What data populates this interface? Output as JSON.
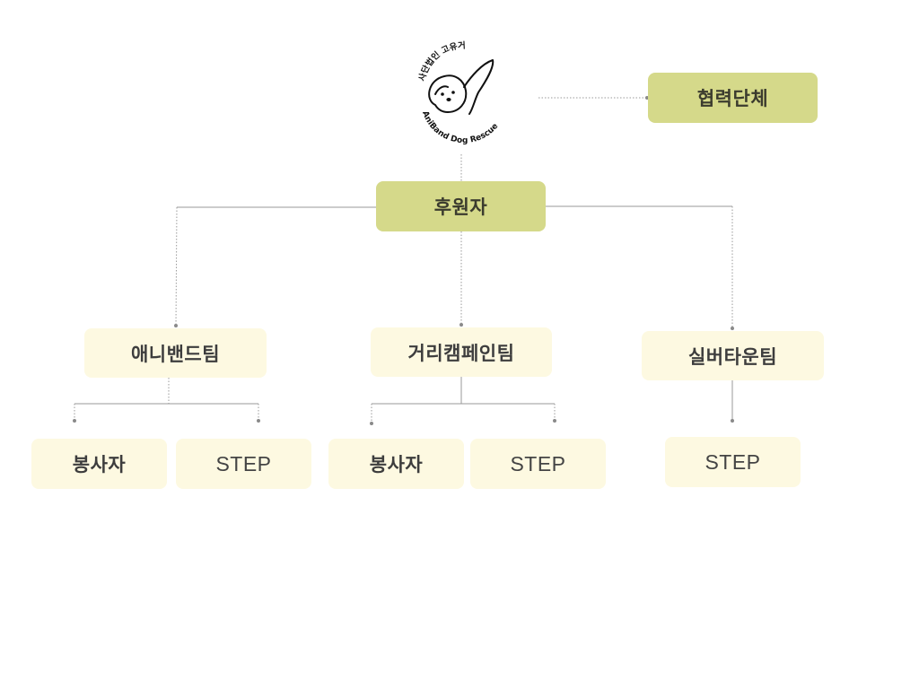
{
  "logo": {
    "org_name": "사단법인 고유거",
    "tagline": "AniBand Dog Rescue"
  },
  "partner": {
    "label": "협력단체"
  },
  "sponsor": {
    "label": "후원자"
  },
  "teams": [
    {
      "label": "애니밴드팀",
      "children": [
        "봉사자",
        "STEP"
      ]
    },
    {
      "label": "거리캠페인팀",
      "children": [
        "봉사자",
        "STEP"
      ]
    },
    {
      "label": "실버타운팀",
      "children": [
        "STEP"
      ]
    }
  ],
  "colors": {
    "primary_node": "#d5d98a",
    "secondary_node": "#fdf9e1",
    "connector": "#999999"
  }
}
